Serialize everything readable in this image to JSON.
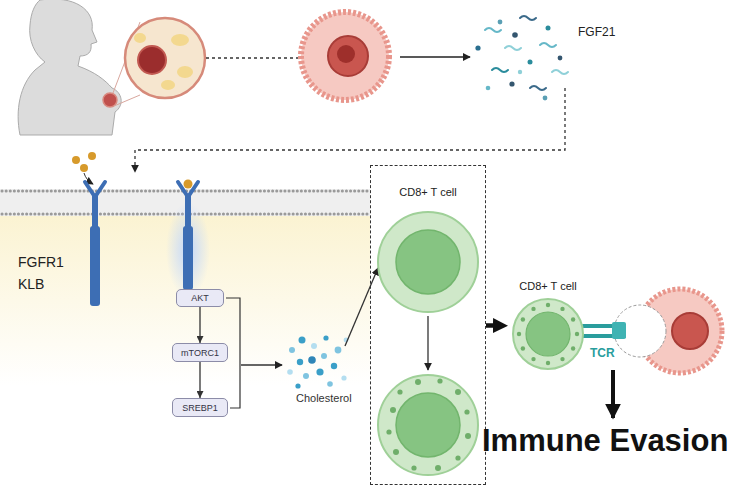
{
  "diagram": {
    "nodes": [
      {
        "text": [
          "AKT"
        ]
      },
      {
        "text": [
          "mTORC1"
        ]
      },
      {
        "text": [
          "SREBP1"
        ]
      },
      {
        "text": [
          "CD8+ T cell"
        ]
      },
      {
        "text": [
          "CD8+ T cell"
        ]
      }
    ],
    "edges": [
      {
        "from": 0,
        "to": 1,
        "arrow": "to"
      },
      {
        "from": 1,
        "to": 2,
        "arrow": "to"
      },
      {
        "from": 3,
        "to": 4,
        "arrow": "to"
      }
    ],
    "labels": [
      "FGF21",
      "FGFR1",
      "KLB",
      "Cholesterol",
      "TCR",
      "Immune Evasion"
    ]
  }
}
